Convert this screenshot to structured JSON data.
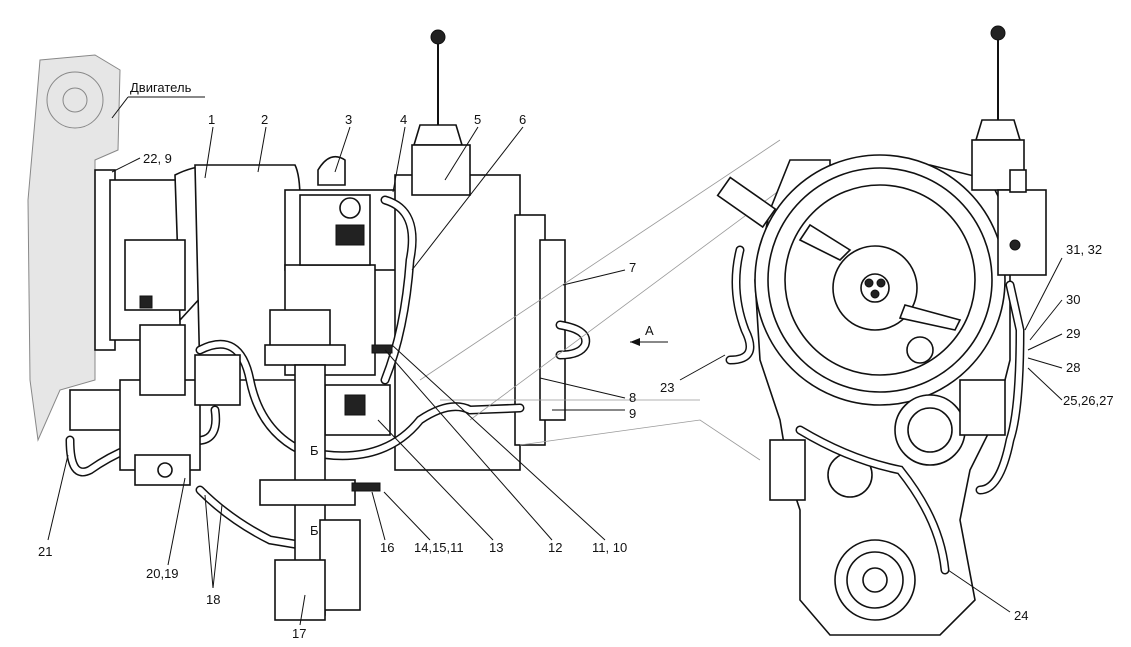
{
  "engine_label": "Двигатель",
  "view_arrow_label": "А",
  "section_label_1": "Б",
  "section_label_2": "Б",
  "callouts_left": [
    "1",
    "2",
    "3",
    "4",
    "5",
    "6",
    "7",
    "8",
    "9",
    "22, 9",
    "21",
    "20,19",
    "18",
    "17",
    "16",
    "14,15,11",
    "13",
    "12",
    "11, 10"
  ],
  "callouts_right": [
    "31, 32",
    "30",
    "29",
    "28",
    "25,26,27",
    "23",
    "24"
  ]
}
